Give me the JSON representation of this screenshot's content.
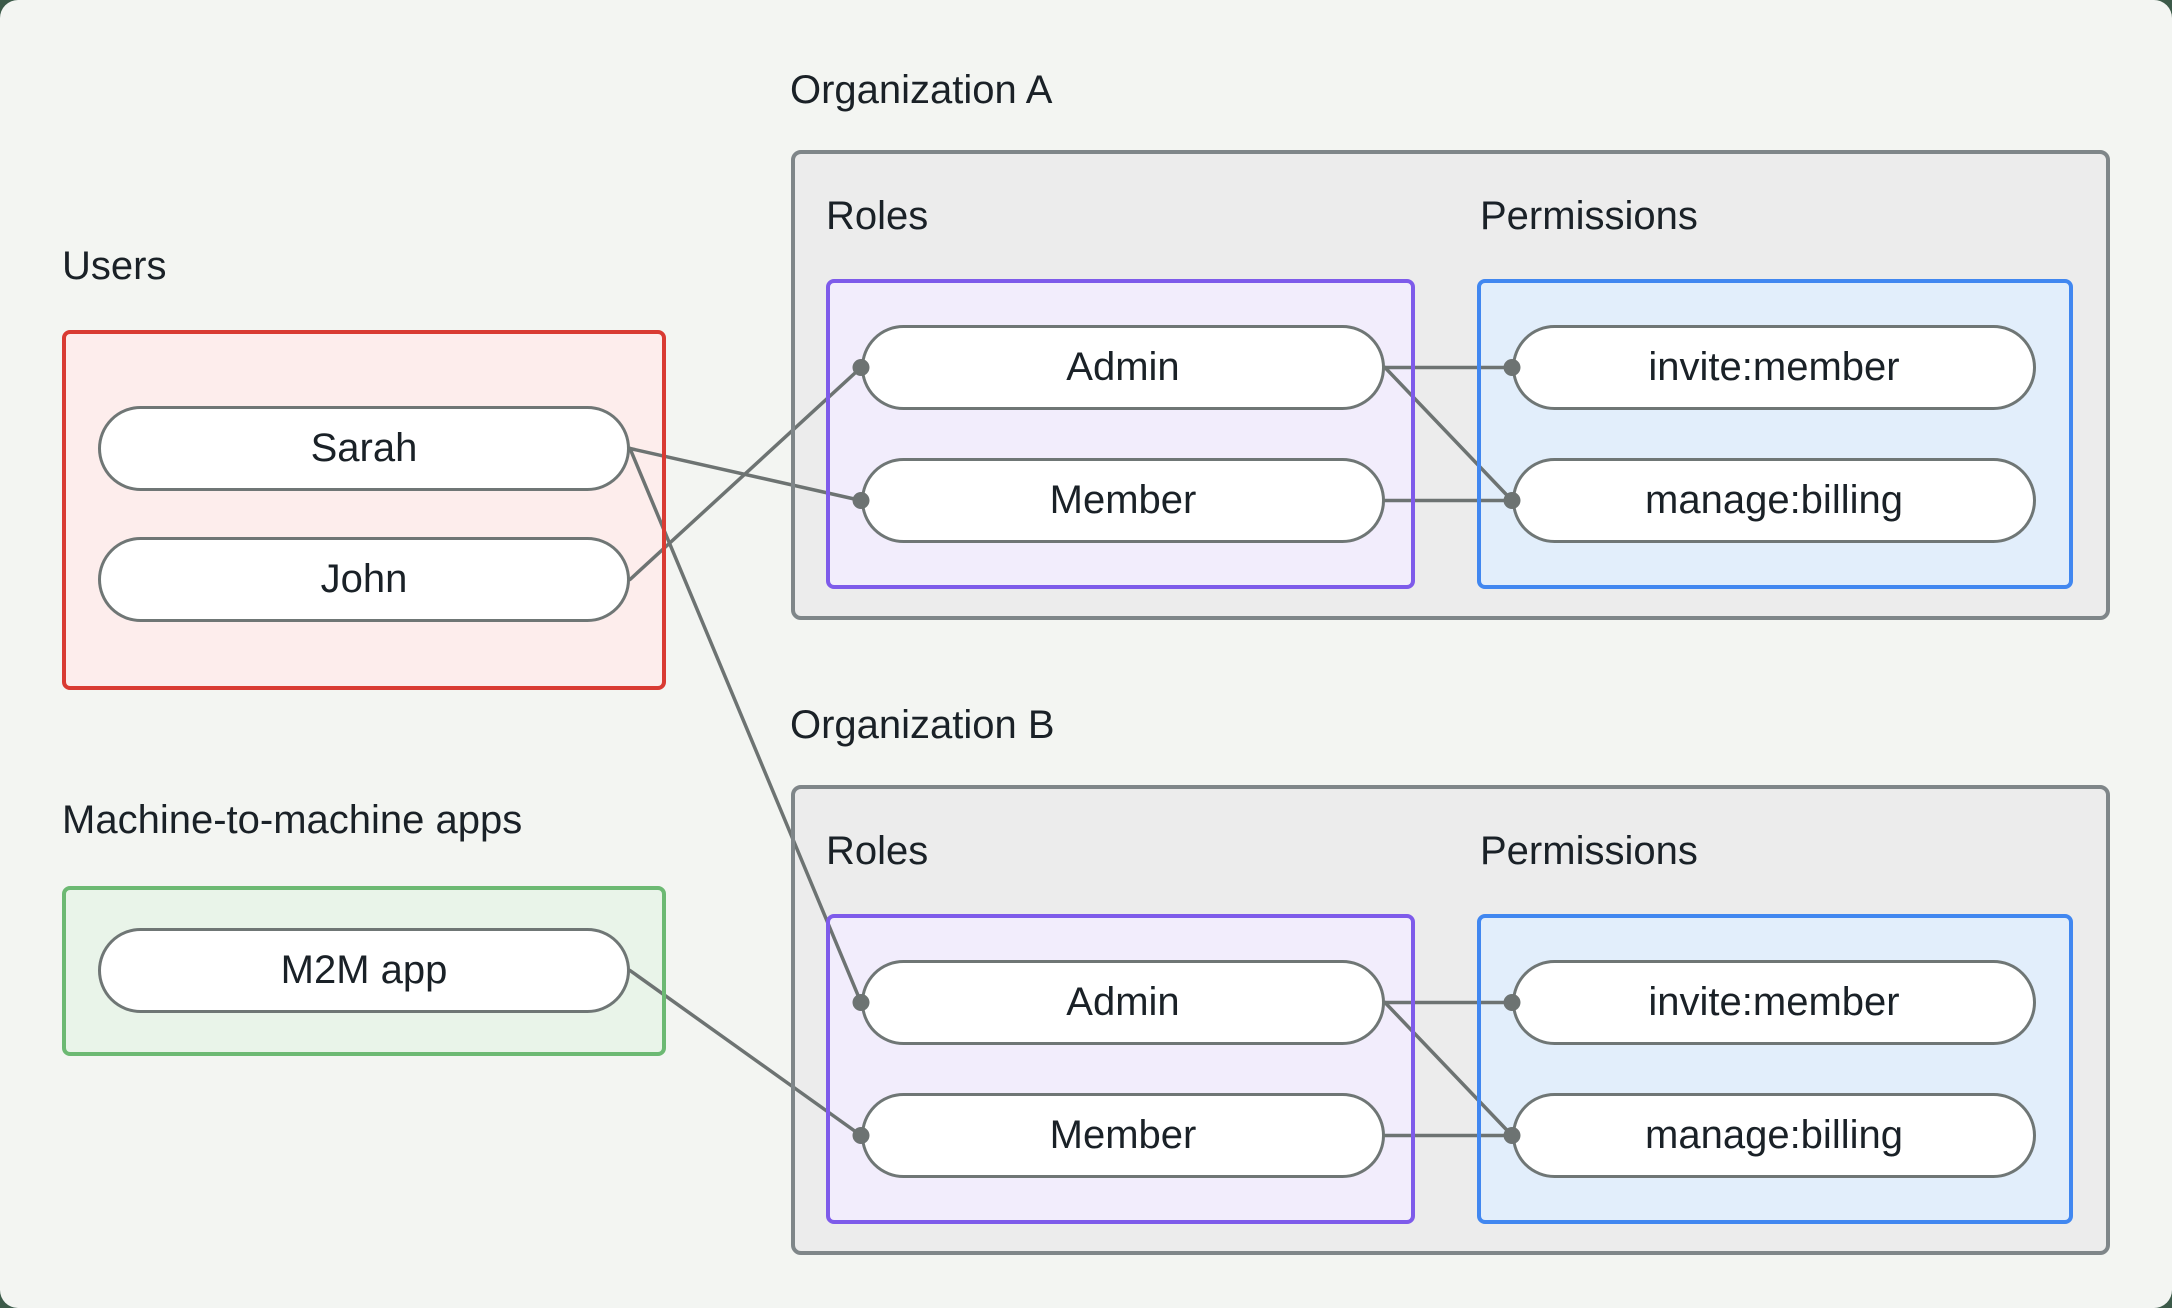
{
  "colors": {
    "page-bg": "#3c5a49",
    "card-bg": "#f3f5f2",
    "org-fill": "#ececec",
    "org-border": "#7f8689",
    "users-fill": "#fdedec",
    "users-border": "#d93b33",
    "m2m-fill": "#e9f4e9",
    "m2m-border": "#6cb973",
    "roles-fill": "#f2edfc",
    "roles-border": "#7e5bea",
    "perms-fill": "#e2eefb",
    "perms-border": "#4187f0",
    "pill-fill": "#ffffff",
    "pill-border": "#6f7675",
    "line": "#6d7372",
    "text": "#1a2127"
  },
  "left_column": {
    "users_label": "Users",
    "users": [
      "Sarah",
      "John"
    ],
    "m2m_label": "Machine-to-machine apps",
    "m2m_apps": [
      "M2M app"
    ]
  },
  "organizations": [
    {
      "title": "Organization A",
      "roles_label": "Roles",
      "permissions_label": "Permissions",
      "roles": [
        "Admin",
        "Member"
      ],
      "permissions": [
        "invite:member",
        "manage:billing"
      ]
    },
    {
      "title": "Organization B",
      "roles_label": "Roles",
      "permissions_label": "Permissions",
      "roles": [
        "Admin",
        "Member"
      ],
      "permissions": [
        "invite:member",
        "manage:billing"
      ]
    }
  ],
  "connections": [
    {
      "from": "Sarah",
      "to": "Organization A / Member"
    },
    {
      "from": "Sarah",
      "to": "Organization B / Admin"
    },
    {
      "from": "John",
      "to": "Organization A / Admin"
    },
    {
      "from": "M2M app",
      "to": "Organization B / Member"
    },
    {
      "from": "Organization A / Admin",
      "to": "Organization A / invite:member"
    },
    {
      "from": "Organization A / Admin",
      "to": "Organization A / manage:billing"
    },
    {
      "from": "Organization A / Member",
      "to": "Organization A / manage:billing"
    },
    {
      "from": "Organization B / Admin",
      "to": "Organization B / invite:member"
    },
    {
      "from": "Organization B / Admin",
      "to": "Organization B / manage:billing"
    },
    {
      "from": "Organization B / Member",
      "to": "Organization B / manage:billing"
    }
  ]
}
